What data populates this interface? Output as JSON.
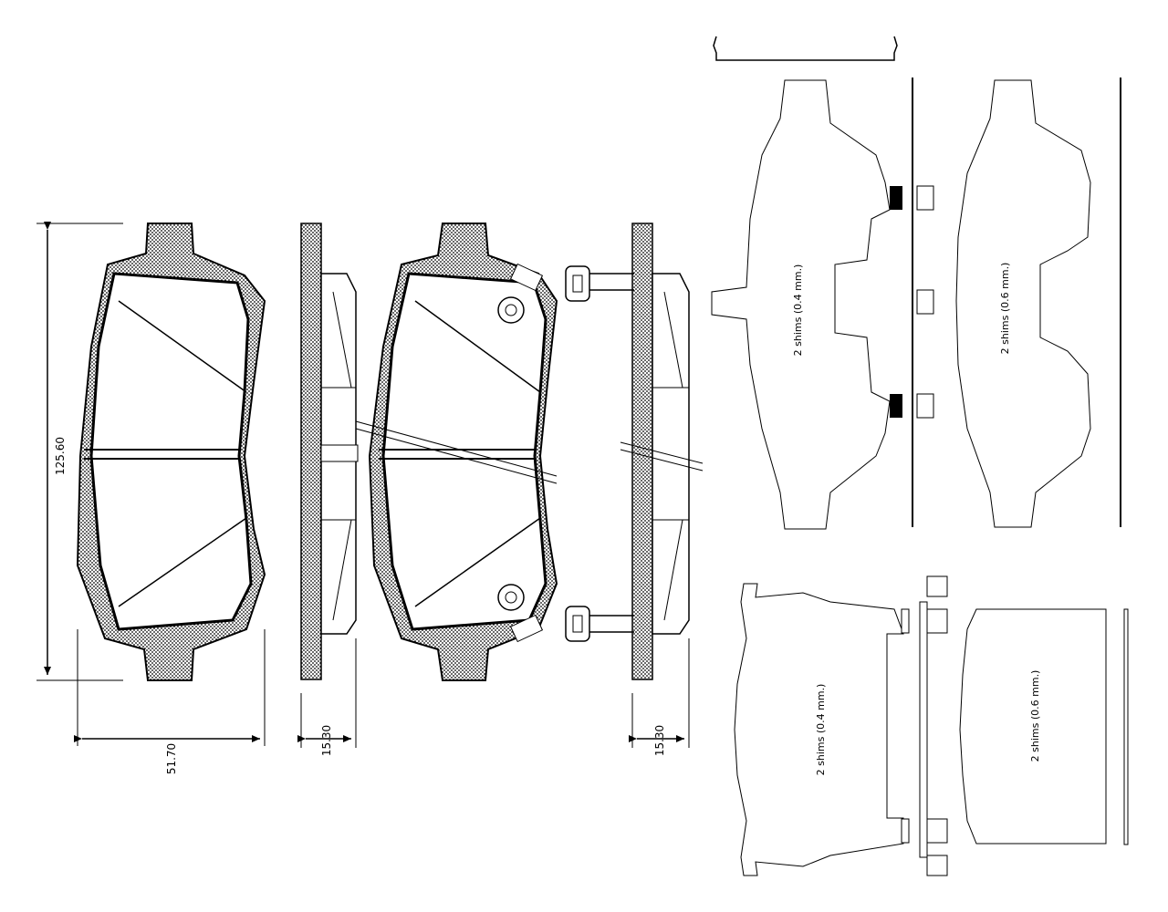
{
  "dimensions": {
    "height": "125.60",
    "width": "51.70",
    "thickness_left": "15.30",
    "thickness_right": "15.30"
  },
  "shim_labels": {
    "upper_left": "2 shims (0.4 mm.)",
    "upper_right": "2 shims (0.6 mm.)",
    "lower_left": "2 shims (0.4 mm.)",
    "lower_right": "2 shims (0.6 mm.)"
  }
}
